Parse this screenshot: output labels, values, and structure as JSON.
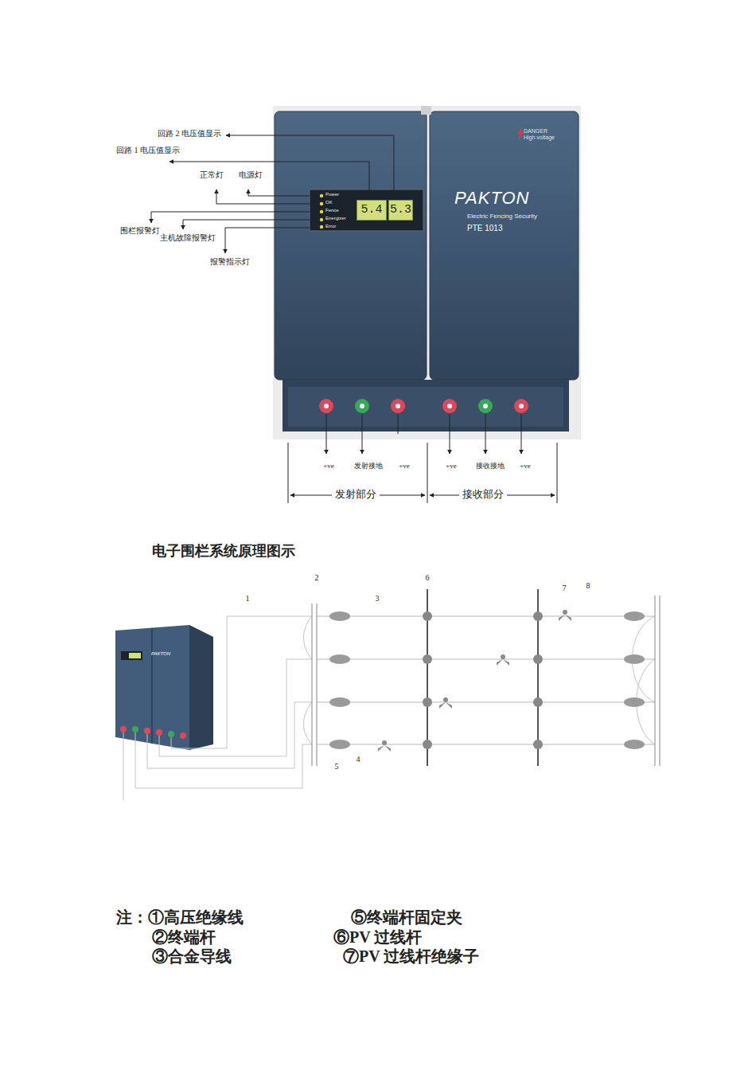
{
  "diagram": {
    "title": "电子围栏系统原理图示",
    "nodes": [
      {
        "text": [
          "DANGER High voltage",
          "PAKTON",
          "Electric Fencing Security",
          "PTE 1013"
        ]
      },
      {
        "text": [
          "Power",
          "OK",
          "Fence",
          "Energizer",
          "Error"
        ],
        "in": 0
      },
      {
        "text": [
          "5.4"
        ],
        "in": 1
      },
      {
        "text": [
          "5.3"
        ],
        "in": 1
      },
      {
        "text": [
          "PAKTON"
        ]
      }
    ],
    "labels": [
      "回路 2 电压值显示",
      "回路 1 电压值显示",
      "正常灯",
      "电源灯",
      "围栏报警灯",
      "主机故障报警灯",
      "报警指示灯",
      "+ve",
      "发射接地",
      "+ve",
      "+ve",
      "接收接地",
      "+ve",
      "发射部分",
      "接收部分",
      "1",
      "2",
      "3",
      "6",
      "7",
      "8",
      "4",
      "5",
      "注：①高压绝缘线",
      "⑤终端杆固定夹",
      "②终端杆",
      "⑥PV 过线杆",
      "③合金导线",
      "⑦PV 过线杆绝缘子"
    ]
  }
}
